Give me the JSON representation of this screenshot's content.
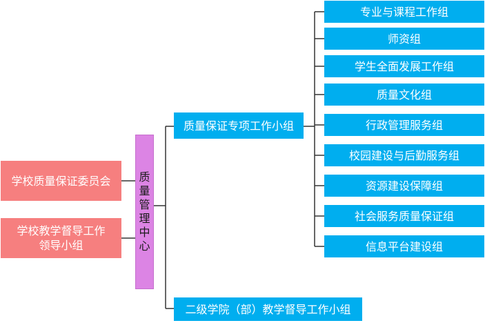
{
  "left_committees": [
    {
      "label": "学校质量保证委员会"
    },
    {
      "label": "学校教学督导工作领导小组",
      "line1": "学校教学督导工作",
      "line2": "领导小组"
    }
  ],
  "center": {
    "label": "质量管理中心",
    "chars": [
      "质",
      "量",
      "管",
      "理",
      "中",
      "心"
    ]
  },
  "groups": [
    {
      "label": "质量保证专项工作小组"
    },
    {
      "label": "二级学院（部）教学督导工作小组"
    }
  ],
  "subgroups": [
    {
      "label": "专业与课程工作组"
    },
    {
      "label": "师资组"
    },
    {
      "label": "学生全面发展工作组"
    },
    {
      "label": "质量文化组"
    },
    {
      "label": "行政管理服务组"
    },
    {
      "label": "校园建设与后勤服务组"
    },
    {
      "label": "资源建设保障组"
    },
    {
      "label": "社会服务质量保证组"
    },
    {
      "label": "信息平台建设组"
    }
  ],
  "colors": {
    "committee": "#f67f7f",
    "center": "#dc84e4",
    "group": "#00aeef",
    "line": "#333333"
  }
}
